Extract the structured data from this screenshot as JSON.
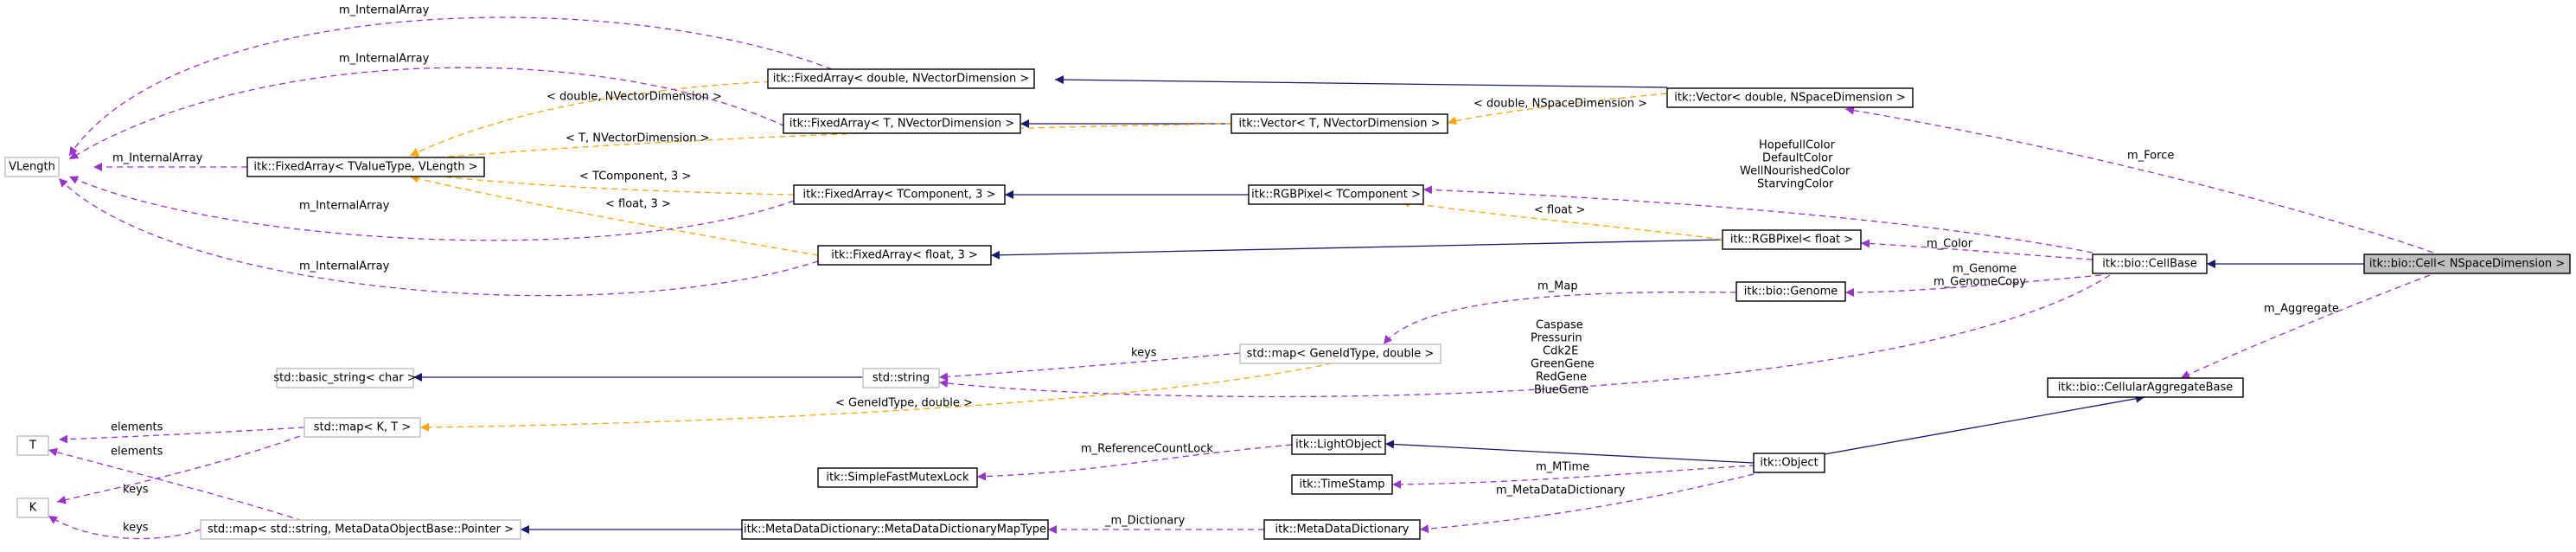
{
  "nodes": {
    "vlength": "VLength",
    "fixedarray_double_nvector": "itk::FixedArray< double, NVectorDimension >",
    "vector_double_nspace": "itk::Vector< double, NSpaceDimension >",
    "fixedarray_t_nvector": "itk::FixedArray< T, NVectorDimension >",
    "vector_t_nvector": "itk::Vector< T, NVectorDimension >",
    "fixedarray_tvaluetype_vlength": "itk::FixedArray< TValueType, VLength >",
    "fixedarray_tcomponent_3": "itk::FixedArray< TComponent, 3 >",
    "rgbpixel_tcomponent": "itk::RGBPixel< TComponent >",
    "fixedarray_float_3": "itk::FixedArray< float, 3 >",
    "rgbpixel_float": "itk::RGBPixel< float >",
    "cellbase": "itk::bio::CellBase",
    "cell": "itk::bio::Cell< NSpaceDimension >",
    "genome": "itk::bio::Genome",
    "basic_string": "std::basic_string< char >",
    "std_string": "std::string",
    "map_geneidtype": "std::map< GeneIdType, double >",
    "t_param": "T",
    "map_k_t": "std::map< K, T >",
    "cellular_aggregate": "itk::bio::CellularAggregateBase",
    "k_param": "K",
    "light_object": "itk::LightObject",
    "mutex_lock": "itk::SimpleFastMutexLock",
    "object": "itk::Object",
    "timestamp": "itk::TimeStamp",
    "map_metadata_pointer": "std::map< std::string, MetaDataObjectBase::Pointer >",
    "metadata_dictionary_maptype": "itk::MetaDataDictionary::MetaDataDictionaryMapType",
    "metadata_dictionary": "itk::MetaDataDictionary"
  },
  "edge_labels": {
    "internal_array_1": "m_InternalArray",
    "internal_array_2": "m_InternalArray",
    "internal_array_3": "m_InternalArray",
    "internal_array_4": "m_InternalArray",
    "internal_array_5": "m_InternalArray",
    "double_nvector": "< double, NVectorDimension >",
    "t_nvector": "< T, NVectorDimension >",
    "tcomponent_3": "< TComponent, 3 >",
    "float_3": "< float, 3 >",
    "double_nspace": "< double, NSpaceDimension >",
    "float": "< float >",
    "m_force": "m_Force",
    "color_names": [
      "HopefullColor",
      "DefaultColor",
      "WellNourishedColor",
      "StarvingColor"
    ],
    "m_color": "m_Color",
    "genome_names": [
      "m_Genome",
      "m_GenomeCopy"
    ],
    "m_aggregate": "m_Aggregate",
    "m_map": "m_Map",
    "keys_1": "keys",
    "keys_2": "keys",
    "keys_3": "keys",
    "gene_names": [
      "Caspase",
      "Pressurin",
      "Cdk2E",
      "GreenGene",
      "RedGene",
      "BlueGene"
    ],
    "geneidtype_double": "< GeneIdType, double >",
    "elements_1": "elements",
    "elements_2": "elements",
    "m_referencecountlock": "m_ReferenceCountLock",
    "m_mtime": "m_MTime",
    "m_metadatadictionary": "m_MetaDataDictionary",
    "m_dictionary": "_m_Dictionary"
  },
  "colors": {
    "inheritance": "#191970",
    "template": "#ffa500",
    "usage": "#9a32cd",
    "focus_fill": "#bfbfbf"
  }
}
